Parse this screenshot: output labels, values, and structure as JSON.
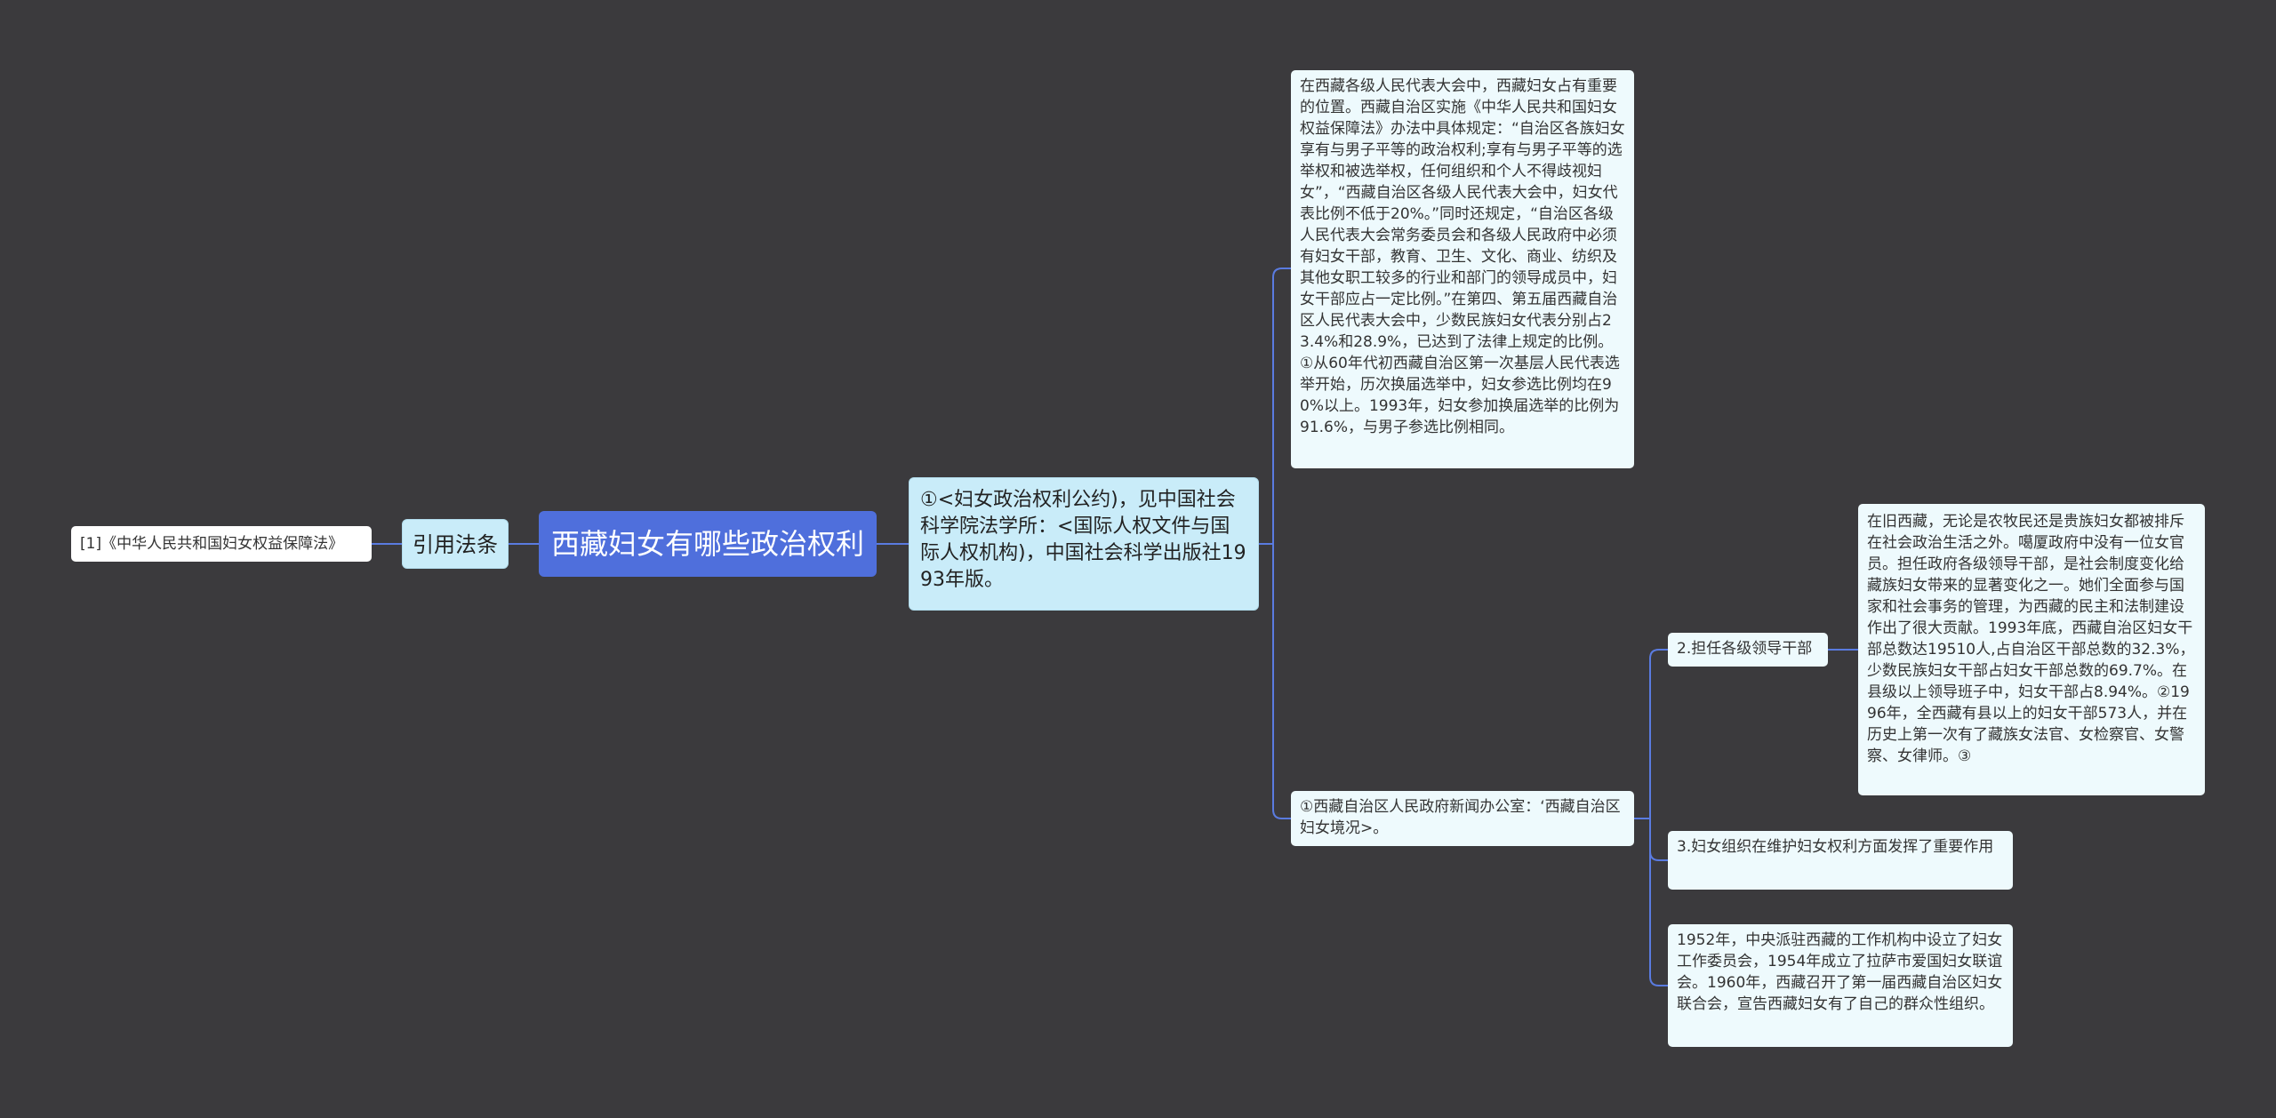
{
  "root": {
    "label": "西藏妇女有哪些政治权利"
  },
  "left": {
    "branch_label": "引用法条",
    "leaf_label": "[1]《中华人民共和国妇女权益保障法》"
  },
  "right": {
    "branch_label": "①<妇女政治权利公约)，见中国社会科学院法学所：<国际人权文件与国际人权机构)，中国社会科学出版社1993年版。",
    "big_text": "在西藏各级人民代表大会中，西藏妇女占有重要的位置。西藏自治区实施《中华人民共和国妇女权益保障法》办法中具体规定：“自治区各族妇女享有与男子平等的政治权利;享有与男子平等的选举权和被选举权，任何组织和个人不得歧视妇女”，“西藏自治区各级人民代表大会中，妇女代表比例不低于20%。”同时还规定，“自治区各级人民代表大会常务委员会和各级人民政府中必须有妇女干部，教育、卫生、文化、商业、纺织及其他女职工较多的行业和部门的领导成员中，妇女干部应占一定比例。”在第四、第五届西藏自治区人民代表大会中，少数民族妇女代表分别占23.4%和28.9%，已达到了法律上规定的比例。①从60年代初西藏自治区第一次基层人民代表选举开始，历次换届选举中，妇女参选比例均在90%以上。1993年，妇女参加换届选举的比例为91.6%，与男子参选比例相同。",
    "office_text": "①西藏自治区人民政府新闻办公室：‘西藏自治区妇女境况>。",
    "children": {
      "cadre_label": "2.担任各级领导干部",
      "cadre_detail": "在旧西藏，无论是农牧民还是贵族妇女都被排斥在社会政治生活之外。噶厦政府中没有一位女官员。担任政府各级领导干部，是社会制度变化给藏族妇女带来的显著变化之一。她们全面参与国家和社会事务的管理，为西藏的民主和法制建设作出了很大贡献。1993年底，西藏自治区妇女干部总数达19510人,占自治区干部总数的32.3%，少数民族妇女干部占妇女干部总数的69.7%。在县级以上领导班子中，妇女干部占8.94%。②1996年，全西藏有县以上的妇女干部573人，并在历史上第一次有了藏族女法官、女检察官、女警察、女律师。③",
      "org_label": "3.妇女组织在维护妇女权利方面发挥了重要作用",
      "history_text": "1952年，中央派驻西藏的工作机构中设立了妇女工作委员会，1954年成立了拉萨市爱国妇女联谊会。1960年，西藏召开了第一届西藏自治区妇女联合会，宣告西藏妇女有了自己的群众性组织。"
    }
  },
  "colors": {
    "background": "#3b3a3d",
    "root_fill": "#4f6fdc",
    "level1_fill": "#c9ecf9",
    "leaf_fill": "#eefafd",
    "link": "#5a7be0"
  }
}
